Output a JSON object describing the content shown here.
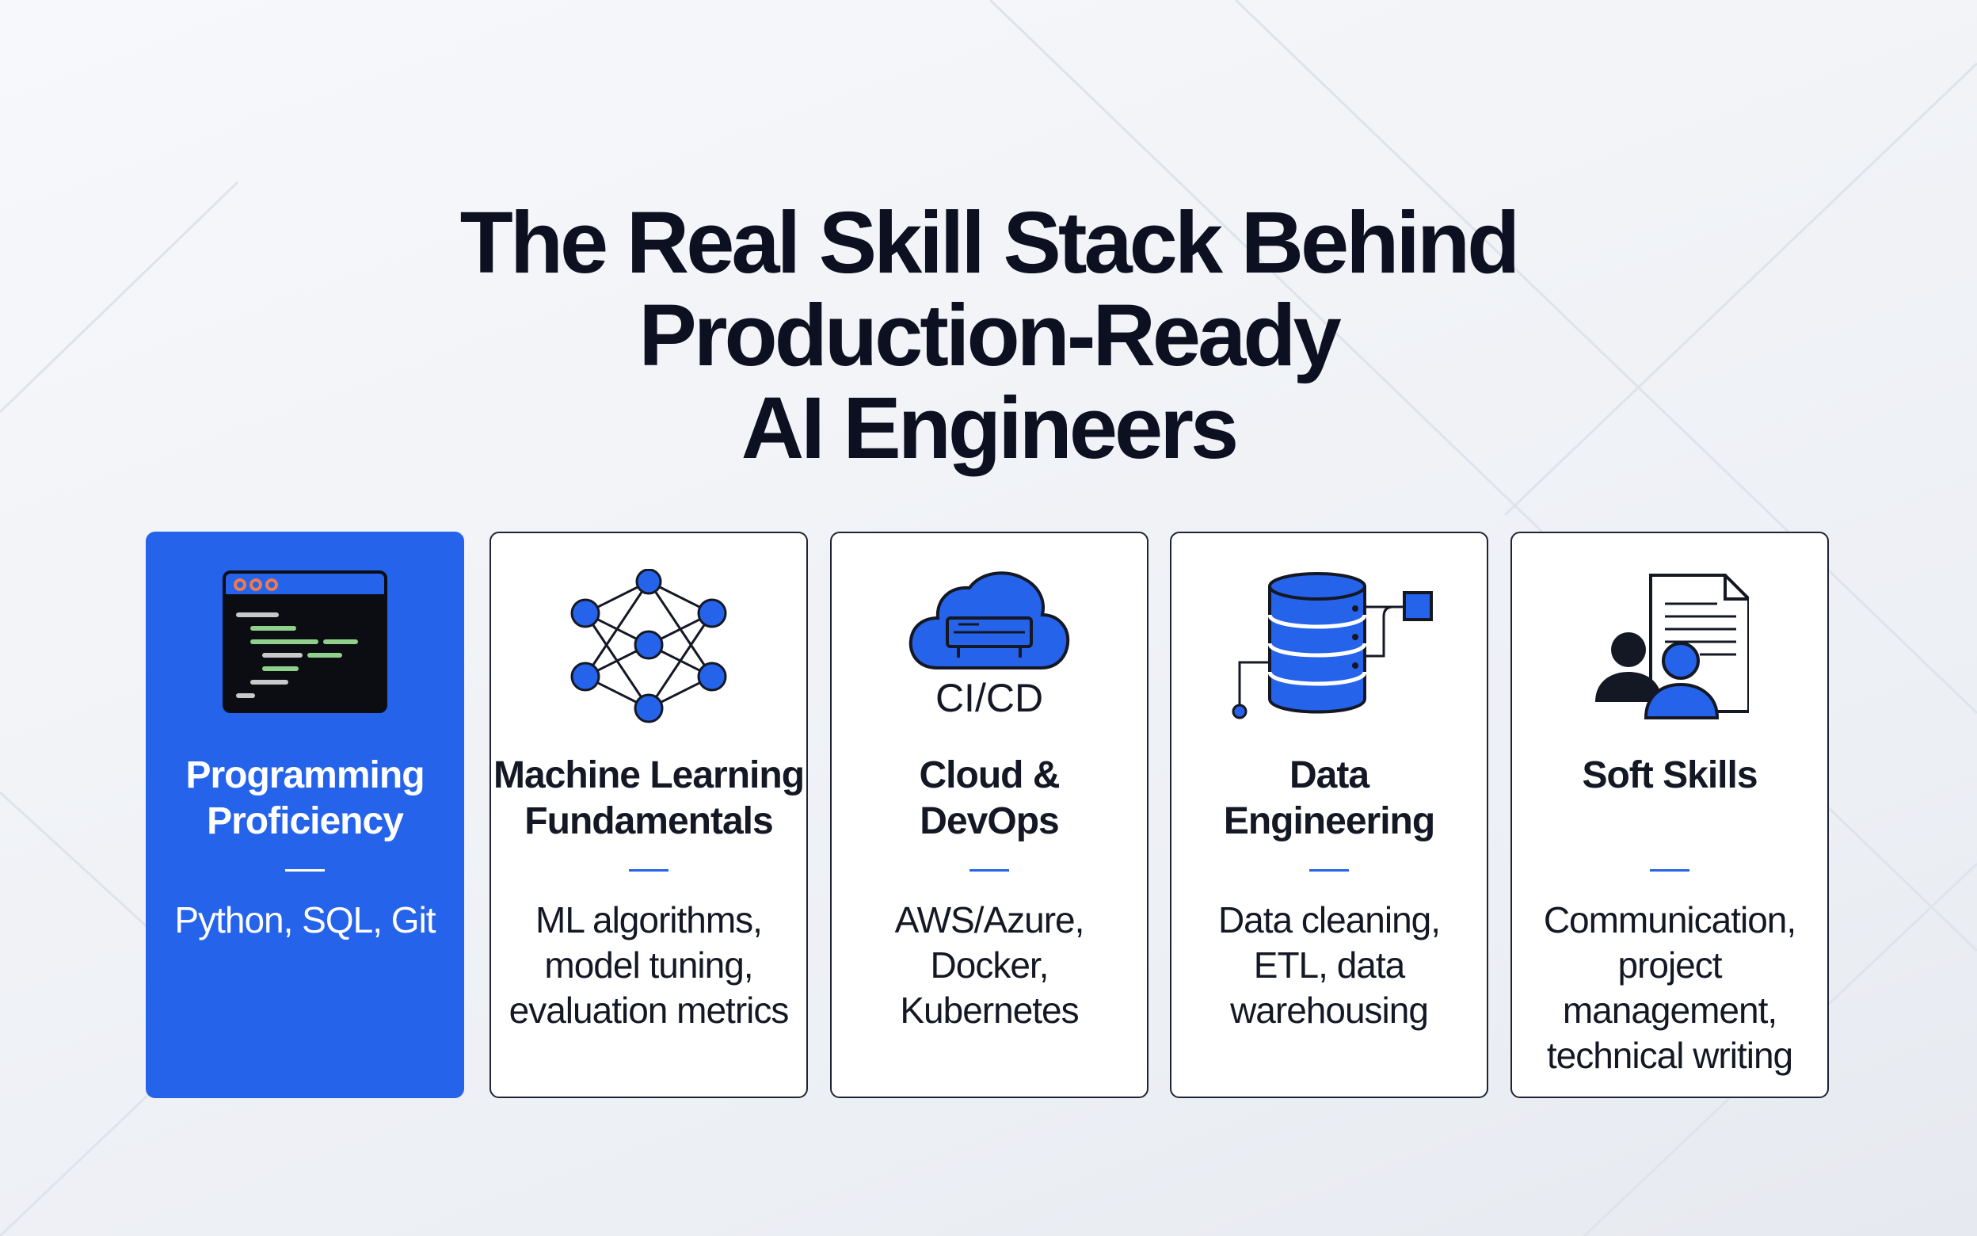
{
  "title": {
    "line1": "The Real Skill Stack Behind",
    "line2": "Production-Ready",
    "line3": "AI Engineers"
  },
  "accent_color": "#2563eb",
  "cards": [
    {
      "icon": "code-window-icon",
      "title": [
        "Programming",
        "Proficiency"
      ],
      "description": [
        "Python, SQL, Git"
      ],
      "active": true
    },
    {
      "icon": "neural-network-icon",
      "title": [
        "Machine Learning",
        "Fundamentals"
      ],
      "description": [
        "ML algorithms,",
        "model tuning,",
        "evaluation metrics"
      ],
      "active": false
    },
    {
      "icon": "cloud-server-icon",
      "icon_label": "CI/CD",
      "title": [
        "Cloud &",
        "DevOps"
      ],
      "description": [
        "AWS/Azure,",
        "Docker,",
        "Kubernetes"
      ],
      "active": false
    },
    {
      "icon": "database-pipeline-icon",
      "title": [
        "Data",
        "Engineering"
      ],
      "description": [
        "Data cleaning,",
        "ETL, data",
        "warehousing"
      ],
      "active": false
    },
    {
      "icon": "people-document-icon",
      "title": [
        "Soft Skills"
      ],
      "description": [
        "Communication,",
        "project",
        "management,",
        "technical writing"
      ],
      "active": false
    }
  ]
}
